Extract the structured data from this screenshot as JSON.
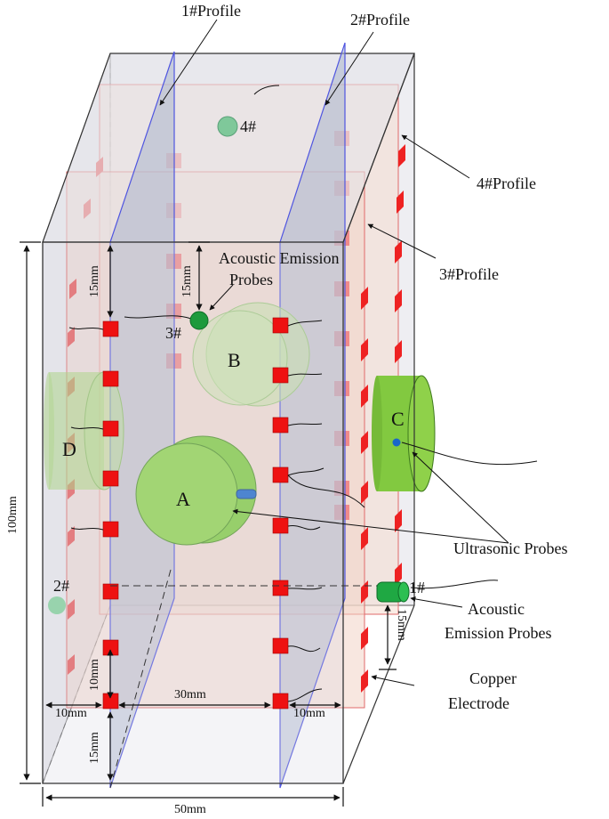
{
  "labels": {
    "profile1": "1#Profile",
    "profile2": "2#Profile",
    "profile3": "3#Profile",
    "profile4": "4#Profile",
    "ae_top_line1": "Acoustic Emission",
    "ae_top_line2": "Probes",
    "ae_bottom_line1": "Acoustic",
    "ae_bottom_line2": "Emission Probes",
    "ultrasonic": "Ultrasonic Probes",
    "copper_line1": "Copper",
    "copper_line2": "Electrode",
    "probe_1": "1#",
    "probe_2": "2#",
    "probe_3": "3#",
    "probe_4": "4#",
    "us_a": "A",
    "us_b": "B",
    "us_c": "C",
    "us_d": "D"
  },
  "dimensions": {
    "height": "100mm",
    "width": "50mm",
    "spacing_30": "30mm",
    "left_10": "10mm",
    "right_10": "10mm",
    "bottom_15": "15mm",
    "bottom_10": "10mm",
    "top_15_left": "15mm",
    "top_15_mid": "15mm",
    "right_15": "15mm"
  },
  "colors": {
    "electrode": "#ee1111",
    "electrode_faint": "#f08a8a",
    "profile_fill": "#b8c2d8",
    "profile_edge": "#4f55e0",
    "inner_plane": "#f3d3c6",
    "inner_plane_edge": "#e06a6a",
    "ae_probe": "#22aa44",
    "ultrasonic": "#88cc44",
    "box_edge": "#333333"
  }
}
